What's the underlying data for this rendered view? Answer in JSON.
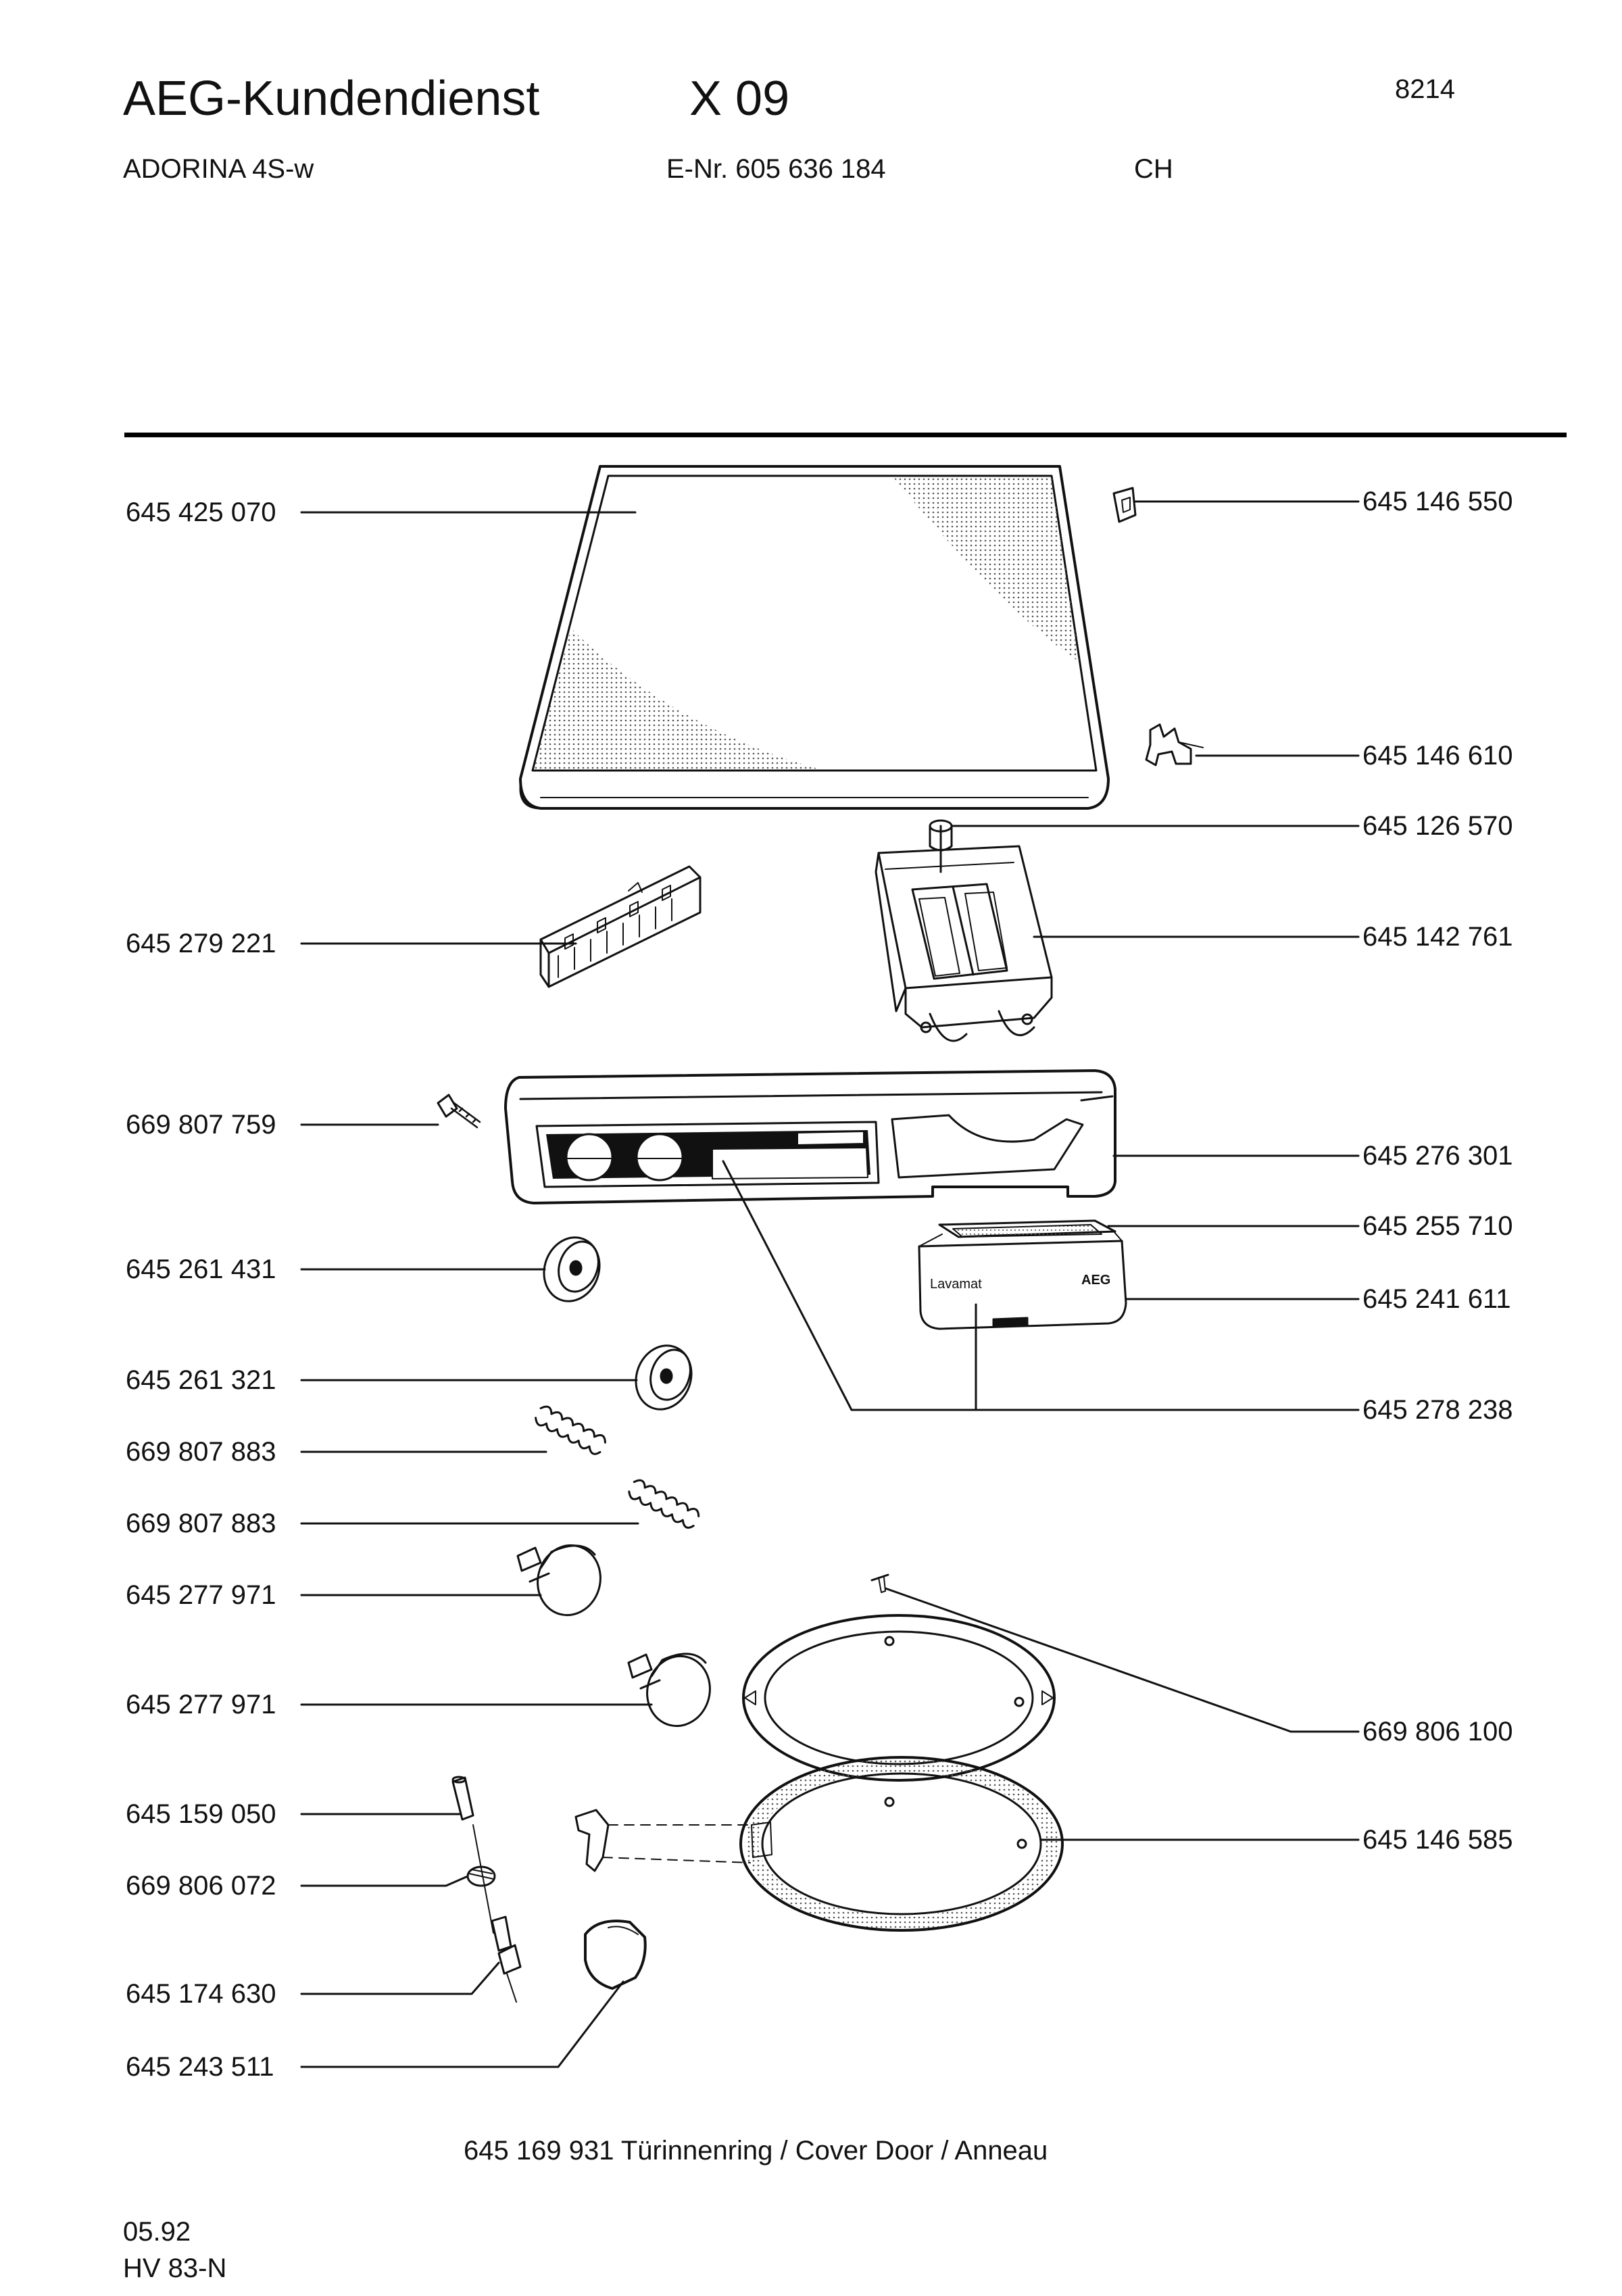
{
  "header": {
    "brand": "AEG-Kundendienst",
    "code": "X 09",
    "doc_no": "8214",
    "model": "ADORINA 4S-w",
    "enr": "E-Nr. 605 636 184",
    "country": "CH"
  },
  "parts_left": [
    "645 425 070",
    "645 279 221",
    "669 807 759",
    "645 261 431",
    "645 261 321",
    "669 807 883",
    "669 807 883",
    "645 277 971",
    "645 277 971",
    "645 159 050",
    "669 806 072",
    "645 174 630",
    "645 243 511"
  ],
  "parts_right": [
    "645 146 550",
    "645 146 610",
    "645 126 570",
    "645 142 761",
    "645 276 301",
    "645 255 710",
    "645 241 611",
    "645 278 238",
    "669 806 100",
    "645 146 585"
  ],
  "panel_text": {
    "brand_small": "Lavamat",
    "logo_small": "AEG"
  },
  "footer": {
    "note": "645 169 931 Türinnenring / Cover Door / Anneau",
    "date": "05.92",
    "revision": "HV 83-N"
  }
}
